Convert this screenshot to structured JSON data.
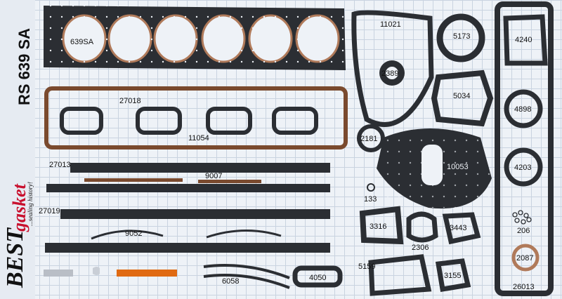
{
  "brand": {
    "best": "BEST",
    "gasket": "gasket",
    "tagline": "...sealing history!"
  },
  "set_number": "RS 639 SA",
  "parts": {
    "p639sa": "639SA",
    "p27018": "27018",
    "p11054": "11054",
    "p27013": "27013",
    "p9007": "9007",
    "p27019": "27019",
    "p9052": "9052",
    "p6058": "6058",
    "p4050": "4050",
    "p11021": "11021",
    "p2389": "2389",
    "p2181": "2181",
    "p5173": "5173",
    "p5034": "5034",
    "p10053": "10053",
    "p133": "133",
    "p3316": "3316",
    "p2306": "2306",
    "p3443": "3443",
    "p5159": "5159",
    "p3155": "3155",
    "p4240": "4240",
    "p4898": "4898",
    "p4203": "4203",
    "p206": "206",
    "p2087": "2087",
    "p26013": "26013"
  },
  "colors": {
    "gasket_dark": "#2b2e33",
    "cork": "#7a4a2e",
    "copper": "#b07a5a",
    "background": "#eef2f7",
    "grid": "#c9d3e0",
    "brand_red": "#c8102e"
  }
}
